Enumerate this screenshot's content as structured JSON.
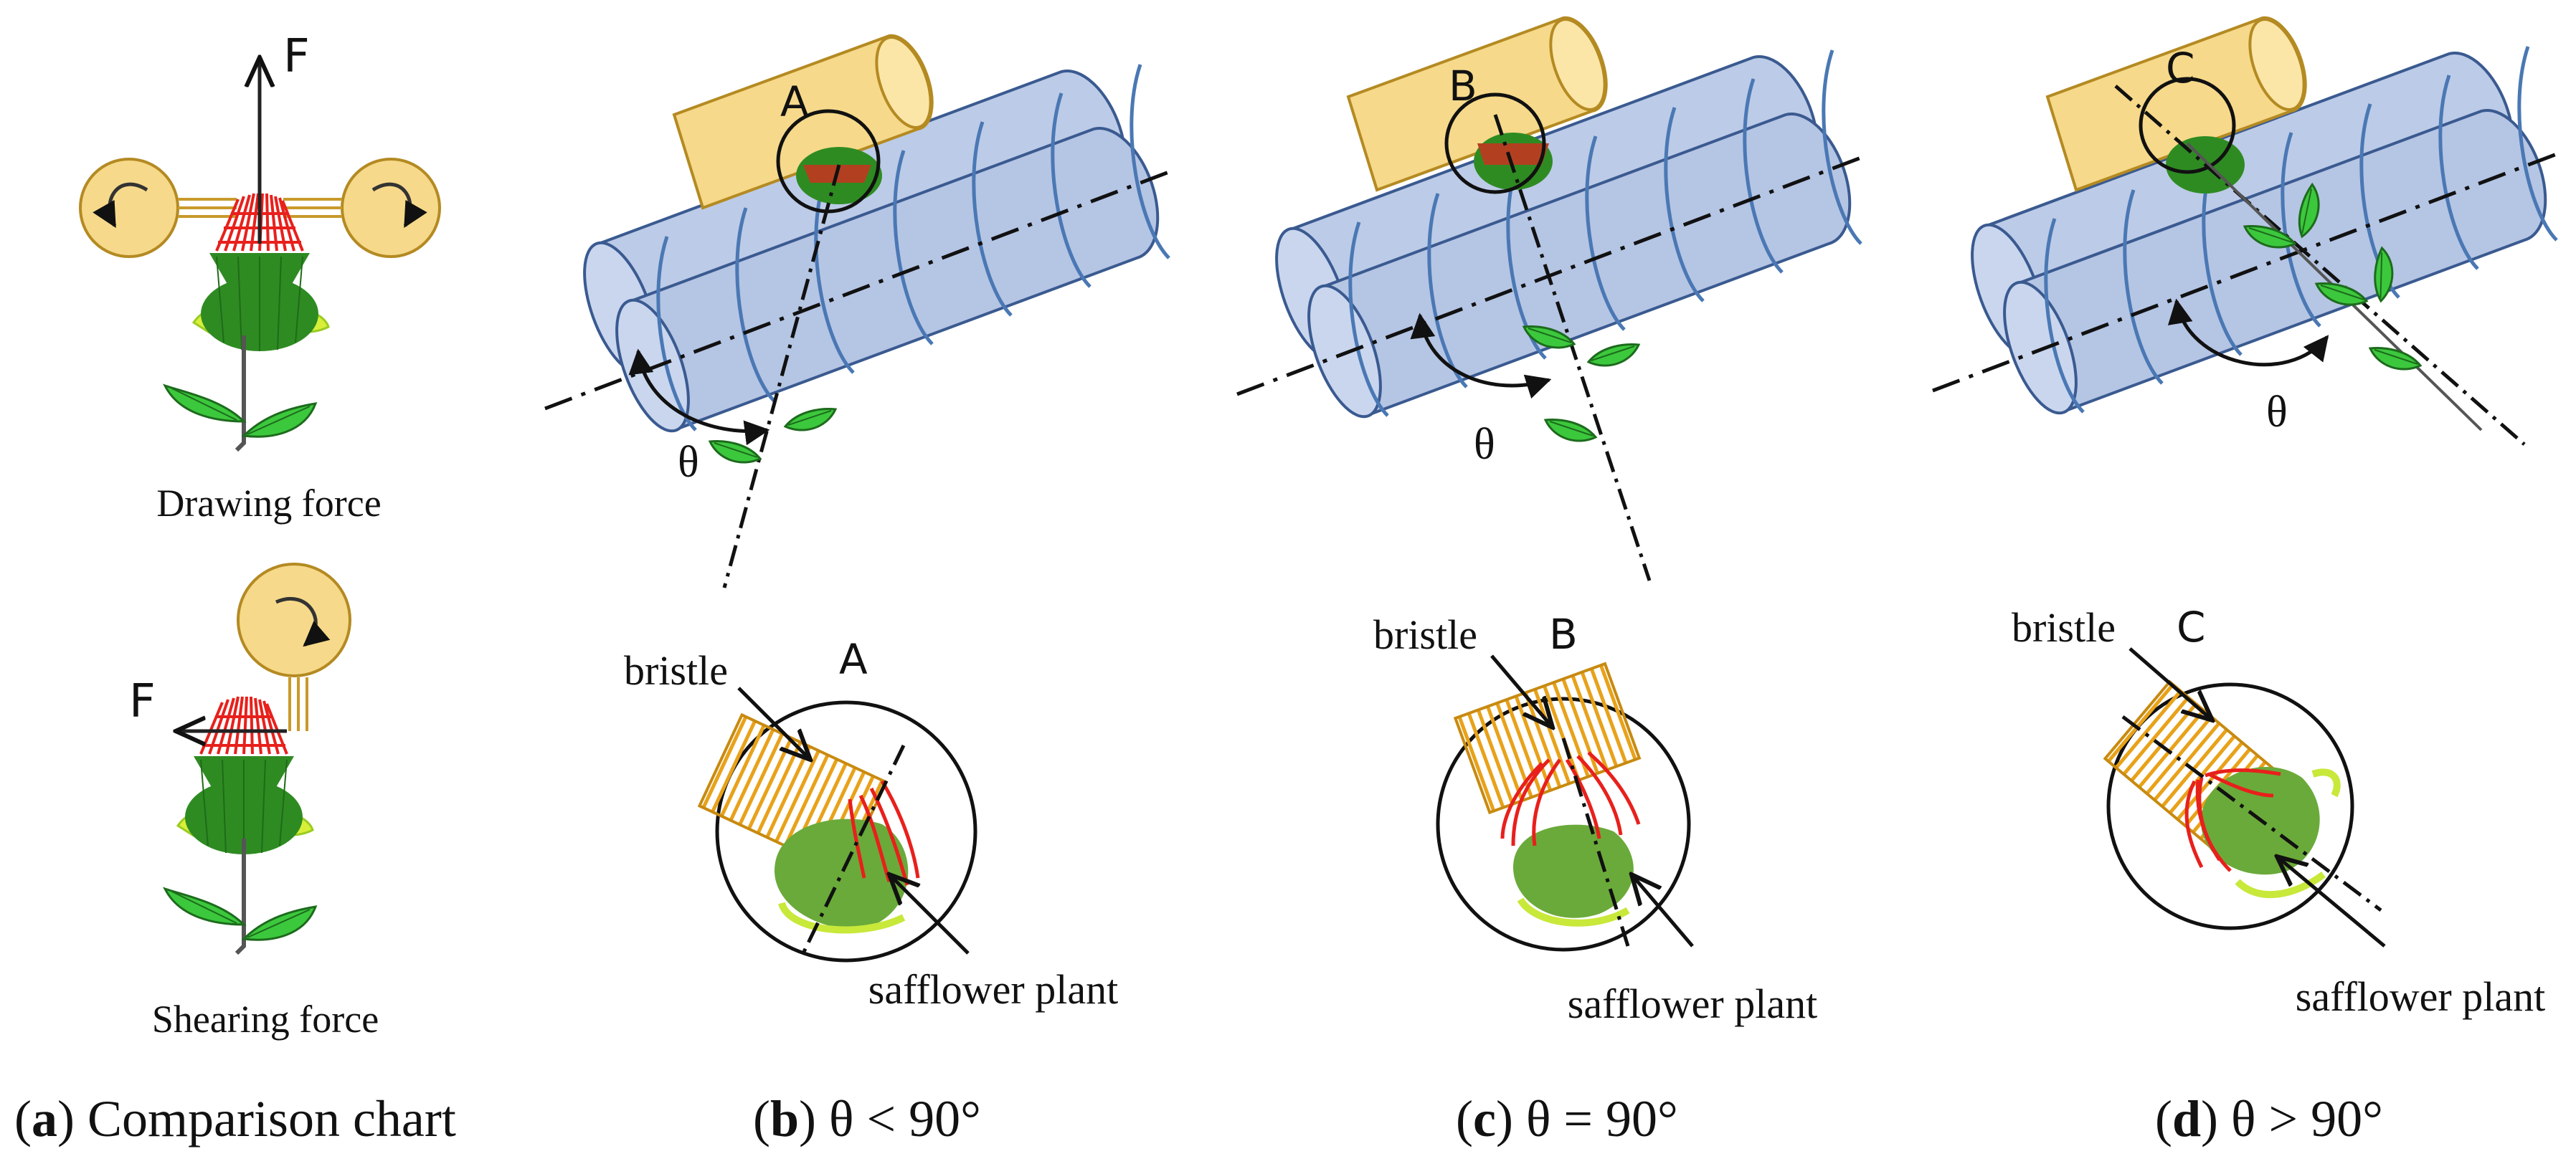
{
  "colors": {
    "roller_blue": "#b9c8e6",
    "roller_edge": "#3a5a90",
    "spiral": "#4a78b4",
    "brush_yellow": "#f6d98a",
    "brush_edge": "#b48a22",
    "flower_green": "#2e8b22",
    "flower_red": "#e8201c",
    "leaf": "#3cc83c",
    "bud_green": "#6aaa3a"
  },
  "panel_a": {
    "force_label_top": "F",
    "force_label_bottom": "F",
    "drawing_caption": "Drawing force",
    "shearing_caption": "Shearing force",
    "caption_letter": "a",
    "caption_text": "Comparison chart"
  },
  "panel_b": {
    "point": "A",
    "angle": "θ",
    "detail_point": "A",
    "bristle": "bristle",
    "plant": "safflower plant",
    "caption_letter": "b",
    "caption_text": "θ < 90°"
  },
  "panel_c": {
    "point": "B",
    "angle": "θ",
    "detail_point": "B",
    "bristle": "bristle",
    "plant": "safflower plant",
    "caption_letter": "c",
    "caption_text": "θ = 90°"
  },
  "panel_d": {
    "point": "C",
    "angle": "θ",
    "detail_point": "C",
    "bristle": "bristle",
    "plant": "safflower plant",
    "caption_letter": "d",
    "caption_text": "θ > 90°"
  }
}
